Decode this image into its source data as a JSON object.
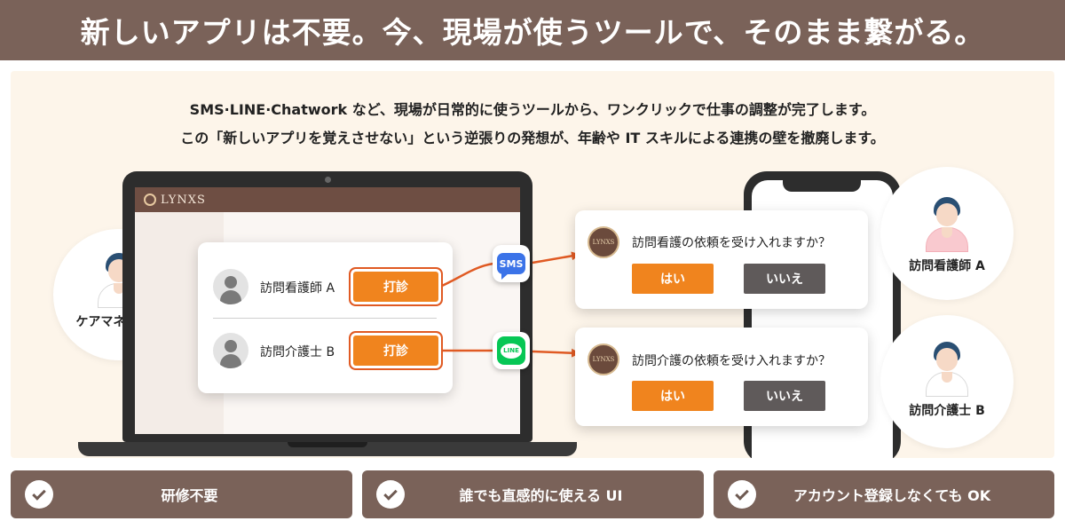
{
  "header": {
    "title": "新しいアプリは不要。今、現場が使うツールで、そのまま繋がる。"
  },
  "intro": {
    "line1": "SMS·LINE·Chatwork など、現場が日常的に使うツールから、ワンクリックで仕事の調整が完了します。",
    "line2": "この「新しいアプリを覚えさせない」という逆張りの発想が、年齢や IT スキルによる連携の壁を撤廃します。"
  },
  "laptop_app": {
    "brand": "LYNXS",
    "rows": [
      {
        "name": "訪問看護師 A",
        "button": "打診"
      },
      {
        "name": "訪問介護士 B",
        "button": "打診"
      }
    ]
  },
  "channels": {
    "sms": "SMS",
    "line": "LINE"
  },
  "messages": [
    {
      "logo": "LYNXS",
      "text": "訪問看護の依頼を受け入れますか？",
      "yes": "はい",
      "no": "いいえ"
    },
    {
      "logo": "LYNXS",
      "text": "訪問介護の依頼を受け入れますか？",
      "yes": "はい",
      "no": "いいえ"
    }
  ],
  "people": {
    "care_manager": "ケアマネジャー",
    "nurse": "訪問看護師 A",
    "caregiver": "訪問介護士 B"
  },
  "features": [
    "研修不要",
    "誰でも直感的に使える UI",
    "アカウント登録しなくても OK"
  ],
  "colors": {
    "brand_brown": "#7a6259",
    "accent_orange": "#f0841e",
    "highlight_red": "#e05a23",
    "panel_cream": "#fdf5ea",
    "sms_blue": "#3b73e8",
    "line_green": "#06c755"
  }
}
